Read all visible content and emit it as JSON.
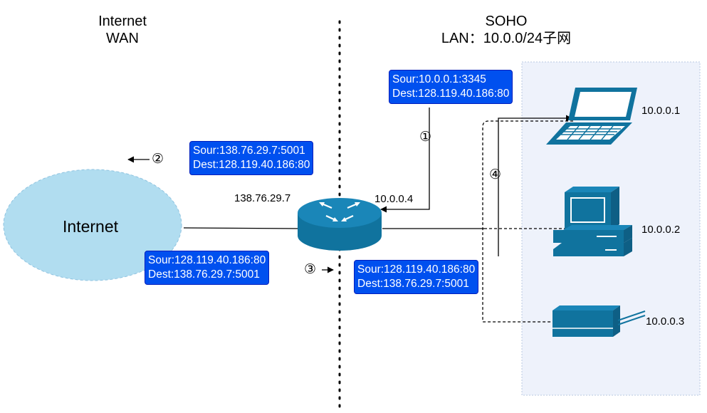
{
  "wan": {
    "line1": "Internet",
    "line2": "WAN"
  },
  "lan": {
    "line1": "SOHO",
    "line2": "LAN：10.0.0/24子网"
  },
  "cloud_label": "Internet",
  "router": {
    "wan_ip": "138.76.29.7",
    "lan_ip": "10.0.0.4"
  },
  "hosts": [
    {
      "ip": "10.0.0.1",
      "kind": "laptop-icon"
    },
    {
      "ip": "10.0.0.2",
      "kind": "desktop-pc-icon"
    },
    {
      "ip": "10.0.0.3",
      "kind": "printer-icon"
    }
  ],
  "packets": {
    "p1": {
      "sour": "Sour:10.0.0.1:3345",
      "dest": "Dest:128.119.40.186:80"
    },
    "p2": {
      "sour": "Sour:138.76.29.7:5001",
      "dest": "Dest:128.119.40.186:80"
    },
    "p3": {
      "sour": "Sour:128.119.40.186:80",
      "dest": "Dest:138.76.29.7:5001"
    },
    "p4": {
      "sour": "Sour:128.119.40.186:80",
      "dest": "Dest:138.76.29.7:5001"
    }
  },
  "steps": {
    "s1": "①",
    "s2": "②",
    "s3": "③",
    "s4": "④"
  },
  "colors": {
    "packet_box": "#0050ef",
    "device_blue": "#10739e",
    "cloud": "#b1ddf0",
    "lan_zone": "#eef2fb"
  }
}
